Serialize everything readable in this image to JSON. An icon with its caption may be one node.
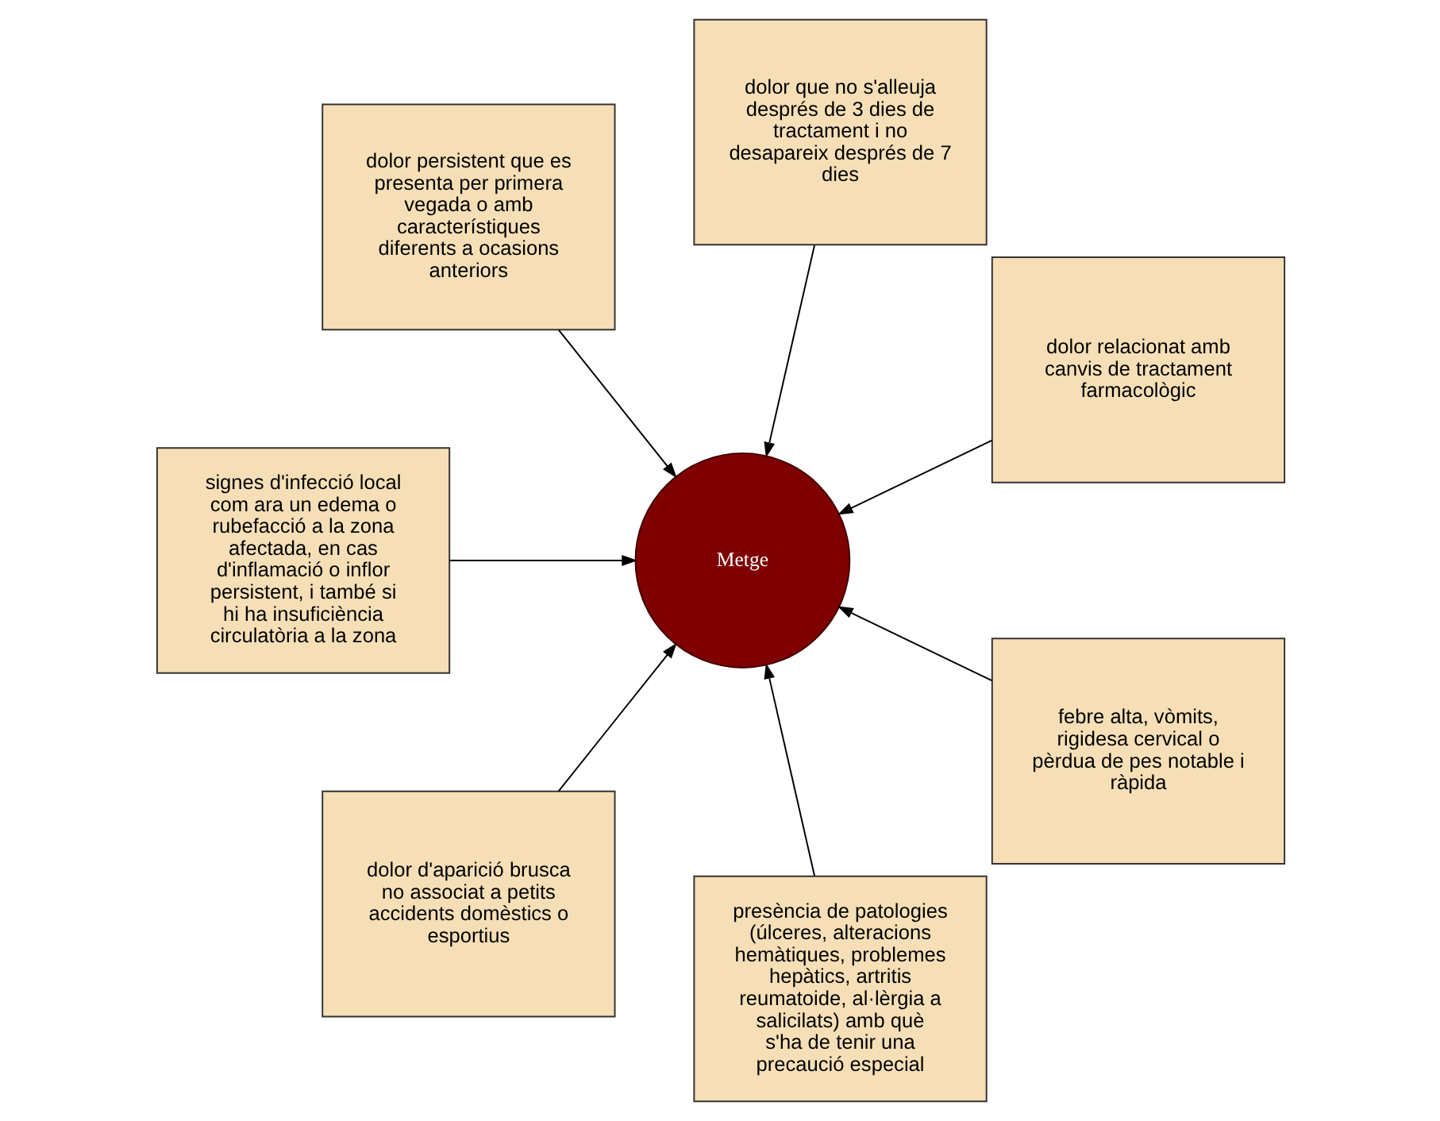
{
  "diagram": {
    "nodes": [
      {
        "text": [
          "dolor relacionat amb canvis de tractament farmacològic"
        ]
      },
      {
        "text": [
          "dolor que no s'alleuja després de 3 dies de tractament i no desapareix després de 7 dies"
        ]
      },
      {
        "text": [
          "dolor persistent que es presenta per primera vegada o amb característiques diferents a ocasions anteriors"
        ]
      },
      {
        "text": [
          "signes d'infecció local com ara un edema o rubefacció a la zona afectada, en cas d'inflamació o inflor persistent, i també si hi ha insuficiència circulatòria a la zona"
        ]
      },
      {
        "text": [
          "Metge"
        ]
      },
      {
        "text": [
          "dolor d'aparició brusca no associat a petits accidents domèstics o esportius"
        ]
      },
      {
        "text": [
          "presència de patologies (úlceres, alteracions hemàtiques, problemes hepàtics, artritis reumatoide, al·lèrgia a salicilats) amb què s'ha de tenir una precaució especial"
        ]
      },
      {
        "text": [
          "febre alta, vòmits, rigidesa cervical o pèrdua de pes notable i ràpida"
        ]
      }
    ],
    "edges": [
      {
        "from": 0,
        "to": 4,
        "arrow": "to"
      },
      {
        "from": 1,
        "to": 4,
        "arrow": "to"
      },
      {
        "from": 2,
        "to": 4,
        "arrow": "to"
      },
      {
        "from": 5,
        "to": 4,
        "arrow": "to"
      },
      {
        "from": 7,
        "to": 4,
        "arrow": "to"
      },
      {
        "from": 6,
        "to": 4,
        "arrow": "to"
      },
      {
        "from": 3,
        "to": 4,
        "arrow": "to"
      }
    ]
  }
}
